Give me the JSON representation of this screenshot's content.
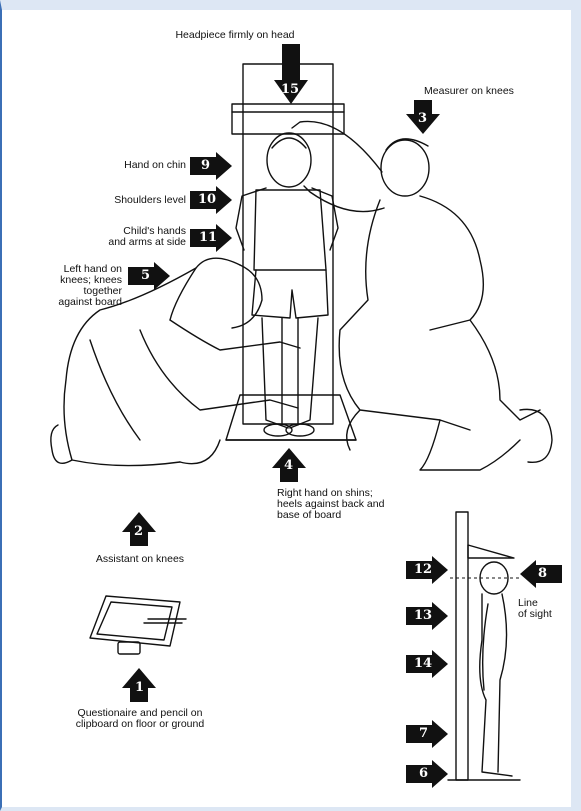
{
  "labels": {
    "headpiece": "Headpiece firmly on head",
    "measurer": "Measurer on knees",
    "hand_on_chin": "Hand on chin",
    "shoulders": "Shoulders level",
    "hands_arms_1": "Child's hands",
    "hands_arms_2": "and arms at side",
    "left_hand_1": "Left hand on",
    "left_hand_2": "knees; knees",
    "left_hand_3": "together",
    "left_hand_4": "against board",
    "right_hand_1": "Right hand on shins;",
    "right_hand_2": "heels against back and",
    "right_hand_3": "base of board",
    "assistant": "Assistant on knees",
    "quest_1": "Questionaire and pencil on",
    "quest_2": "clipboard on floor or ground",
    "line_of_sight_1": "Line",
    "line_of_sight_2": "of sight"
  },
  "numbers": {
    "n15": "15",
    "n3": "3",
    "n9": "9",
    "n10": "10",
    "n11": "11",
    "n5": "5",
    "n4": "4",
    "n2": "2",
    "n1": "1",
    "n12": "12",
    "n8": "8",
    "n13": "13",
    "n14": "14",
    "n7": "7",
    "n6": "6"
  }
}
